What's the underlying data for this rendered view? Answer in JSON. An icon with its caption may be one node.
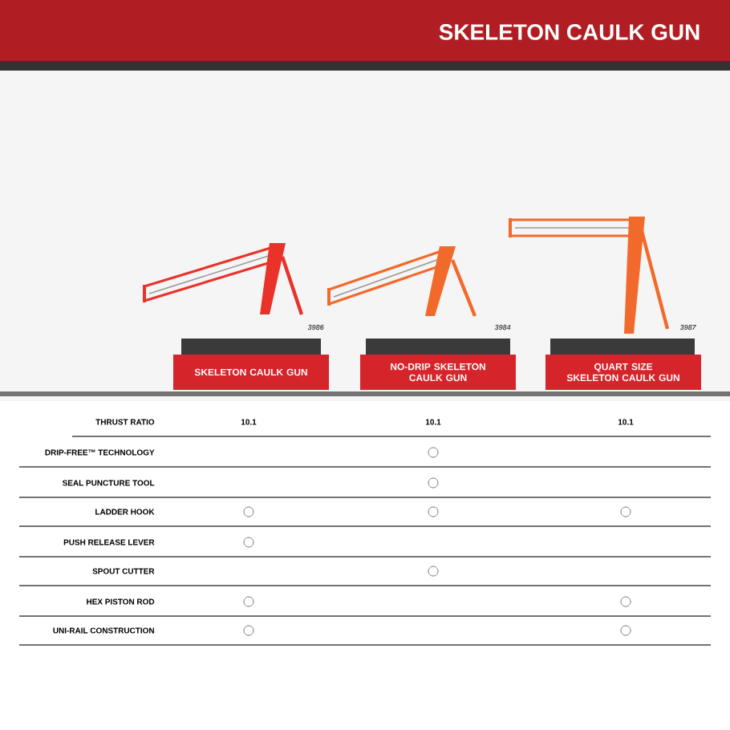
{
  "diagram": {
    "title": "SKELETON CAULK GUN",
    "nodes": [
      {
        "text": [
          "SKELETON CAULK GUN"
        ],
        "beside": [
          "3986"
        ]
      },
      {
        "text": [
          "NO-DRIP SKELETON CAULK GUN"
        ],
        "beside": [
          "3984"
        ]
      },
      {
        "text": [
          "QUART SIZE SKELETON CAULK GUN"
        ],
        "beside": [
          "3987"
        ]
      },
      {
        "text": [],
        "shape": "circle"
      },
      {
        "text": [],
        "shape": "circle"
      },
      {
        "text": [],
        "shape": "circle"
      },
      {
        "text": [],
        "shape": "circle"
      },
      {
        "text": [],
        "shape": "circle"
      },
      {
        "text": [],
        "shape": "circle"
      },
      {
        "text": [],
        "shape": "circle"
      },
      {
        "text": [],
        "shape": "circle"
      },
      {
        "text": [],
        "shape": "circle"
      },
      {
        "text": [],
        "shape": "circle"
      },
      {
        "text": [],
        "shape": "circle"
      }
    ],
    "labels": [
      "THRUST RATIO",
      "10.1",
      "10.1",
      "10.1",
      "DRIP-FREE™ TECHNOLOGY",
      "SEAL PUNCTURE TOOL",
      "LADDER HOOK",
      "PUSH RELEASE LEVER",
      "SPOUT CUTTER",
      "HEX PISTON ROD",
      "UNI-RAIL CONSTRUCTION"
    ]
  }
}
